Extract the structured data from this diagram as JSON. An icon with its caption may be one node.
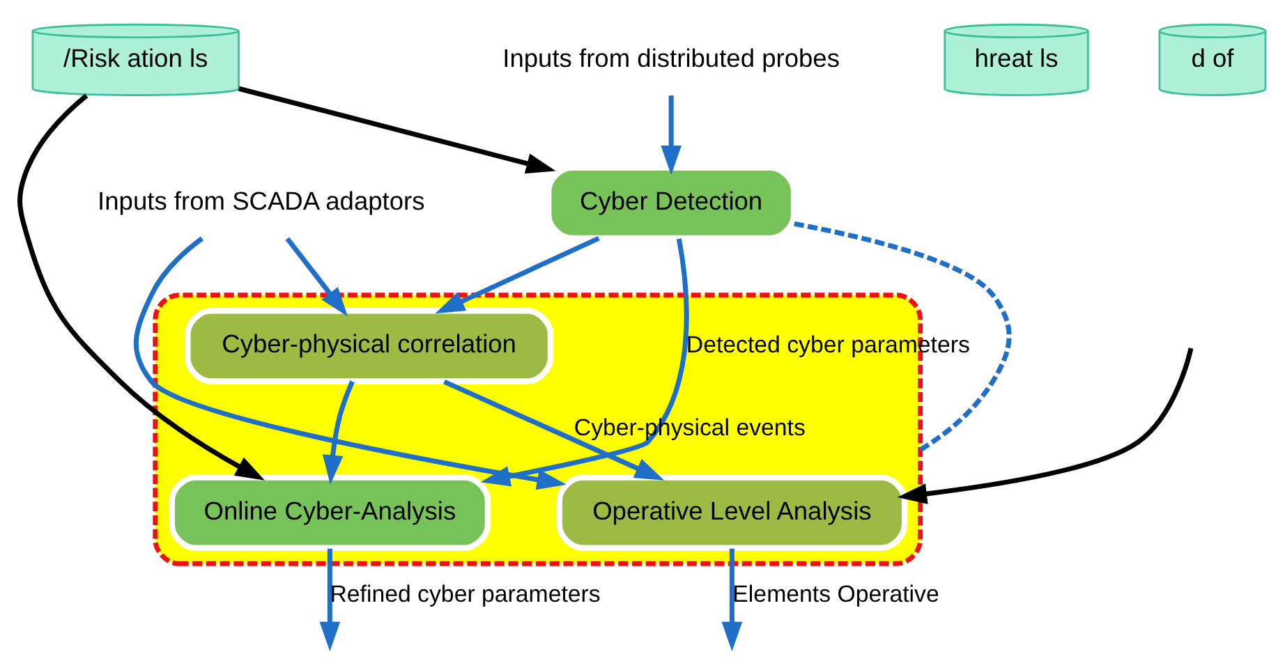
{
  "diagram": {
    "nodes": [
      {
        "text": [
          "Inputs from distributed probes"
        ]
      },
      {
        "text": [
          "Inputs from SCADA adaptors"
        ]
      },
      {
        "text": [
          "Cyber Detection"
        ]
      },
      {
        "text": [
          "hreat ls"
        ]
      },
      {
        "text": [
          "/Risk ation ls"
        ]
      },
      {
        "text": [
          "d of"
        ]
      },
      {
        "text": [],
        "shape": "box"
      },
      {
        "text": [
          "Cyber-physical correlation"
        ],
        "in": 6
      },
      {
        "text": [
          "Online Cyber-Analysis"
        ],
        "in": 6
      },
      {
        "text": [
          "Operative Level Analysis"
        ],
        "in": 6
      }
    ],
    "edges": [
      {
        "from": 0,
        "to": 2,
        "arrow": "to",
        "color": "#1f6fc8"
      },
      {
        "from": 2,
        "to": 6,
        "arrow": "none",
        "style": "dashed",
        "color": "#1f6fc8"
      },
      {
        "from": 4,
        "to": 2,
        "arrow": "to",
        "color": "#000000"
      },
      {
        "from": 4,
        "to": 8,
        "arrow": "to",
        "color": "#000000"
      },
      {
        "from": 2,
        "to": 8,
        "arrow": "to",
        "label": "Detected cyber parameters",
        "color": "#1f6fc8"
      },
      {
        "from": 2,
        "to": 7,
        "arrow": "to",
        "color": "#1f6fc8"
      },
      {
        "from": 1,
        "to": 7,
        "arrow": "to",
        "color": "#1f6fc8"
      },
      {
        "from": 1,
        "to": 9,
        "arrow": "to",
        "color": "#1f6fc8"
      },
      {
        "from": 7,
        "to": 8,
        "arrow": "to",
        "color": "#1f6fc8"
      },
      {
        "from": 7,
        "to": 9,
        "arrow": "to",
        "label": "Cyber-physical events",
        "color": "#1f6fc8"
      },
      {
        "from": null,
        "to": 9,
        "arrow": "to",
        "color": "#000000"
      },
      {
        "from": 8,
        "to": null,
        "arrow": "to",
        "label": "Refined cyber parameters",
        "color": "#1f6fc8"
      },
      {
        "from": 9,
        "to": null,
        "arrow": "to",
        "label": "Elements Operative",
        "color": "#1f6fc8"
      }
    ]
  }
}
